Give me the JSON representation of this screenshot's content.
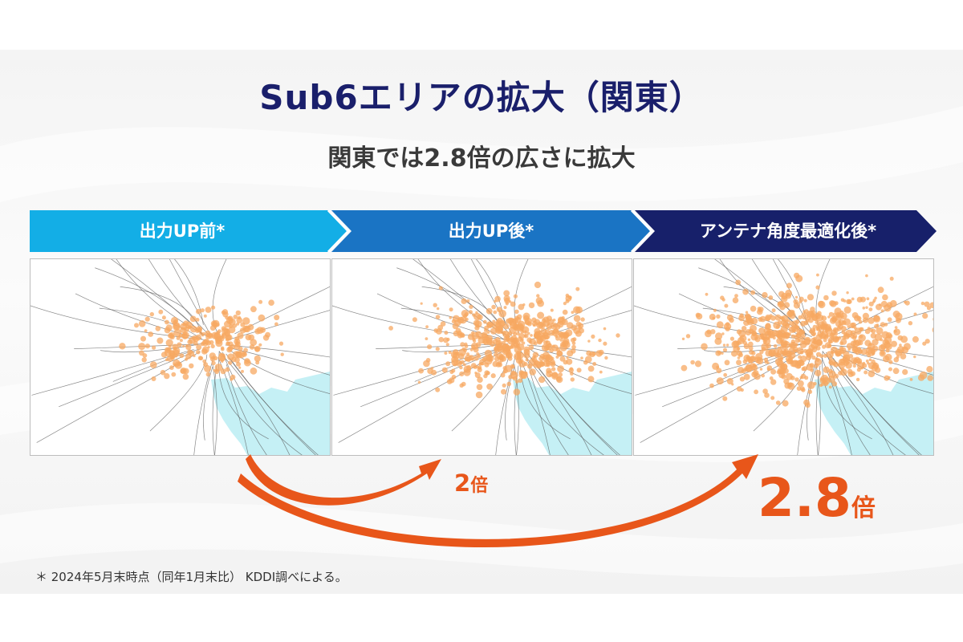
{
  "slide": {
    "title": "Sub6エリアの拡大（関東）",
    "subtitle": "関東では2.8倍の広さに拡大"
  },
  "steps": [
    {
      "label": "出力UP前*",
      "color": "#13aee6"
    },
    {
      "label": "出力UP後*",
      "color": "#1a74c4"
    },
    {
      "label": "アンテナ角度最適化後*",
      "color": "#17206a"
    }
  ],
  "multipliers": {
    "small_value": "2",
    "small_unit": "倍",
    "big_value": "2.8",
    "big_unit": "倍"
  },
  "colors": {
    "title": "#1a1f6b",
    "accent": "#e8561a",
    "coverage": "#f7a862",
    "sea": "#c5f0f5",
    "roads": "#555555"
  },
  "footnote": "＊ 2024年5月末時点（同年1月末比） KDDI調べによる。",
  "maps": [
    {
      "name": "coverage-before",
      "relative_area": 1
    },
    {
      "name": "coverage-after-power-up",
      "relative_area": 2
    },
    {
      "name": "coverage-after-antenna-optimization",
      "relative_area": 2.8
    }
  ]
}
